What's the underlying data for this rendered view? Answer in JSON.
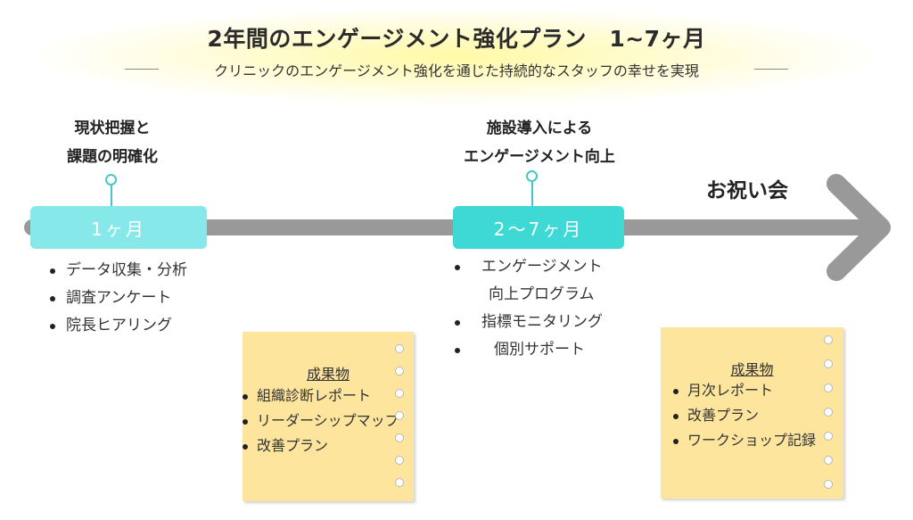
{
  "header": {
    "title": "2年間のエンゲージメント強化プラン　1~7ヶ月",
    "subtitle": "クリニックのエンゲージメント強化を通じた持続的なスタッフの幸せを実現"
  },
  "milestones": {
    "first": {
      "line1": "現状把握と",
      "line2": "課題の明確化"
    },
    "second": {
      "line1": "施設導入による",
      "line2": "エンゲージメント向上"
    },
    "final": "お祝い会"
  },
  "phases": {
    "phase1": {
      "label": "1ヶ月",
      "color": "#86e8e8",
      "tasks": [
        "データ収集・分析",
        "調査アンケート",
        "院長ヒアリング"
      ]
    },
    "phase2": {
      "label": "2〜7ヶ月",
      "color": "#3ed8d5",
      "tasks": [
        "エンゲージメント",
        "向上プログラム",
        "指標モニタリング",
        "個別サポート"
      ]
    }
  },
  "notes": {
    "note1": {
      "title": "成果物",
      "items": [
        "組織診断レポート",
        "リーダーシップマップ",
        "改善プラン"
      ]
    },
    "note2": {
      "title": "成果物",
      "items": [
        "月次レポート",
        "改善プラン",
        "ワークショップ記録"
      ]
    }
  },
  "colors": {
    "timeline": "#999999",
    "accent": "#45c7c7",
    "note": "#fde59e"
  }
}
